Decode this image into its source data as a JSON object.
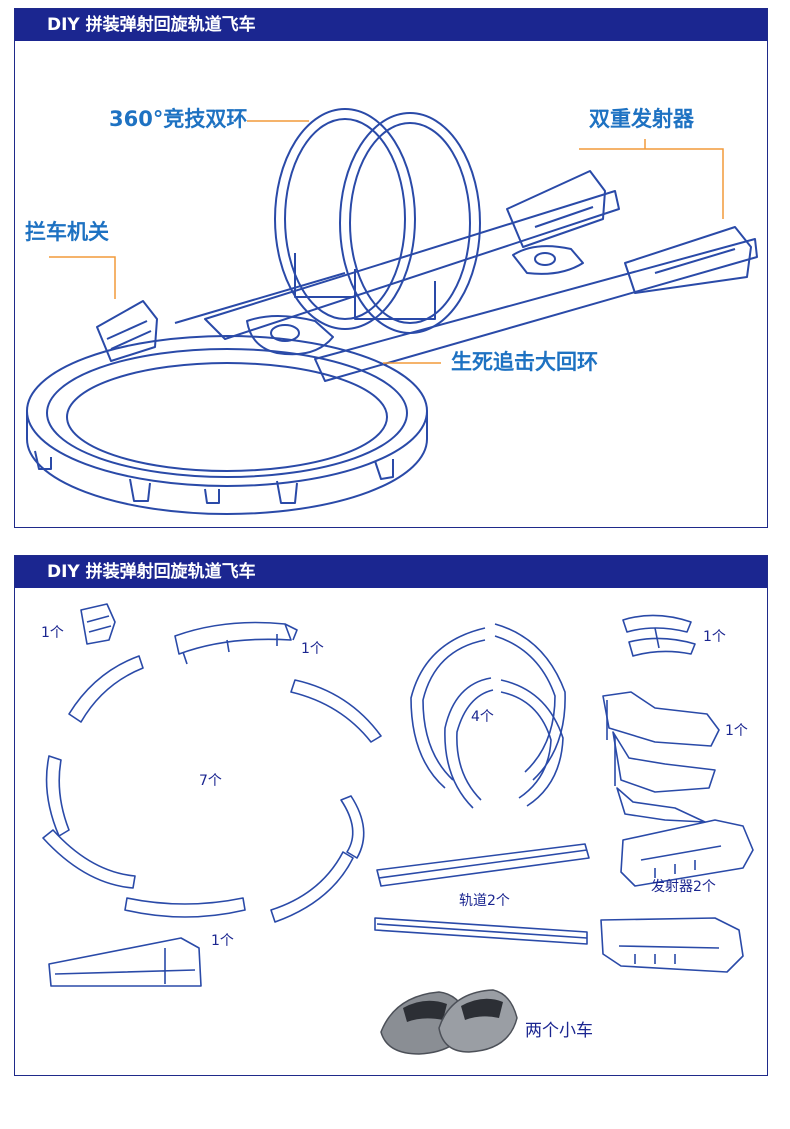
{
  "panel1": {
    "header": "DIY 拼装弹射回旋轨道飞车",
    "callouts": {
      "double_loop": "360°竞技双环",
      "dual_launcher": "双重发射器",
      "stopper": "拦车机关",
      "chase_ring": "生死追击大回环"
    }
  },
  "panel2": {
    "header": "DIY 拼装弹射回旋轨道飞车",
    "counts": {
      "stopper_part": "1个",
      "ramp_top": "1个",
      "ring_segments": "7个",
      "loop_pieces": "4个",
      "clamp_top": "1个",
      "support_stand": "1个",
      "ramp_bottom": "1个",
      "rails": "轨道2个",
      "launchers": "发射器2个",
      "cars": "两个小车"
    }
  },
  "colors": {
    "header_bg": "#1b2690",
    "callout_text": "#1e72c2",
    "leader_line": "#f29a3a",
    "line_art": "#2a4aa8"
  }
}
